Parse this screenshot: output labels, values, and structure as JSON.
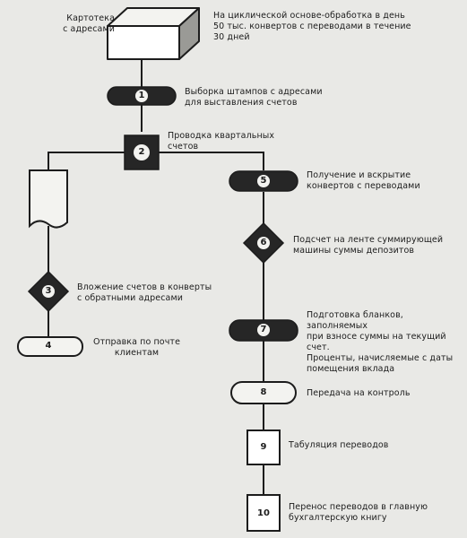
{
  "start": {
    "label": "Картотека\nс адресами",
    "note": "На циклической основе-обработка в день\n50 тыс. конвертов с переводами в течение\n30 дней"
  },
  "steps": [
    {
      "n": "1",
      "text": "Выборка штампов с адресами\nдля выставления счетов"
    },
    {
      "n": "2",
      "text": "Проводка квартальных\nсчетов"
    },
    {
      "n": "3",
      "text": "Вложение счетов в конверты\nс обратными адресами"
    },
    {
      "n": "4",
      "text": "Отправка по почте\nклиентам"
    },
    {
      "n": "5",
      "text": "Получение и вскрытие\nконвертов с переводами"
    },
    {
      "n": "6",
      "text": "Подсчет на ленте суммирующей\nмашины суммы депозитов"
    },
    {
      "n": "7",
      "text": "Подготовка бланков, заполняемых\nпри взносе суммы на текущий счет.\nПроценты, начисляемые с даты\nпомещения вклада"
    },
    {
      "n": "8",
      "text": "Передача на контроль"
    },
    {
      "n": "9",
      "text": "Табуляция переводов"
    },
    {
      "n": "10",
      "text": "Перенос переводов в главную\nбухгалтерскую книгу"
    }
  ],
  "colors": {
    "ink": "#1c1c1c",
    "paper": "#e9e9e6",
    "dark_fill": "#262626",
    "light_fill": "#f3f3f0"
  }
}
